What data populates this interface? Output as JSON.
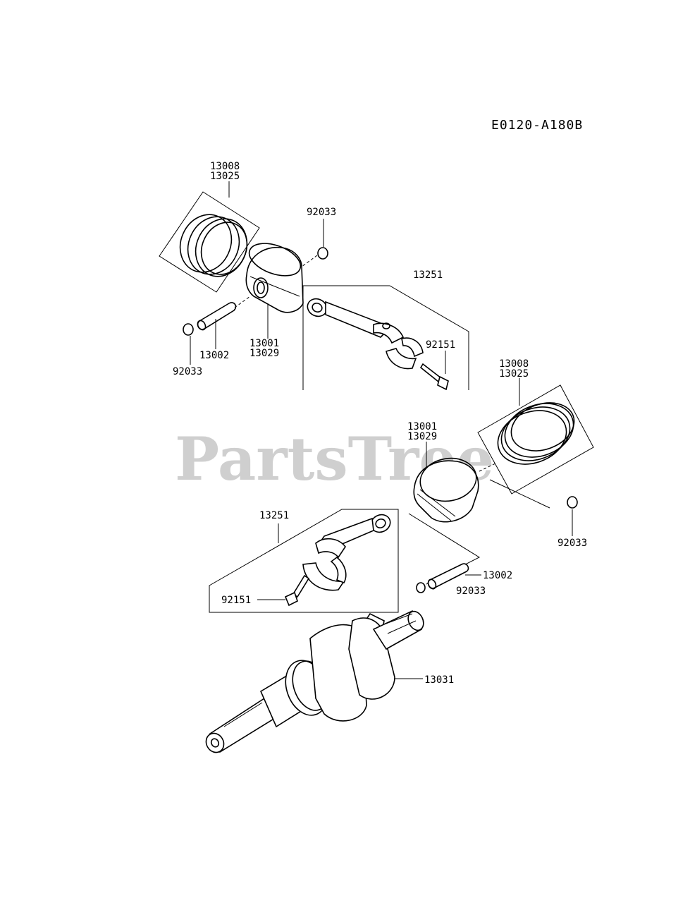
{
  "diagram_code": "E0120-A180B",
  "watermark": "PartsTree",
  "part_numbers": {
    "ring_set_1_a": "13008",
    "ring_set_1_b": "13025",
    "snap_ring_1": "92033",
    "conrod_1": "13251",
    "piston_1_a": "13001",
    "piston_1_b": "13029",
    "pin_1": "13002",
    "snap_ring_2": "92033",
    "bolt_1": "92151",
    "ring_set_2_a": "13008",
    "ring_set_2_b": "13025",
    "piston_2_a": "13001",
    "piston_2_b": "13029",
    "snap_ring_3": "92033",
    "conrod_2": "13251",
    "bolt_2": "92151",
    "pin_2": "13002",
    "snap_ring_4": "92033",
    "crankshaft": "13031"
  }
}
